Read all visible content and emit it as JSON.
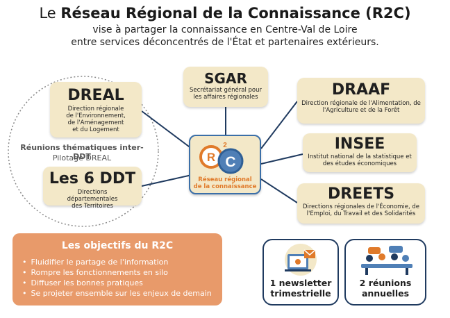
{
  "header": {
    "title_prefix": "Le ",
    "title_bold": "Réseau Régional de la Connaissance (R2C)",
    "subtitle_line1": "vise à partager la connaissance en Centre-Val de Loire",
    "subtitle_line2": "entre services déconcentrés de l'État et partenaires extérieurs."
  },
  "dreal": {
    "name": "DREAL",
    "description": "Direction régionale de l'Environnement, de l'Aménagement et du Logement"
  },
  "circle": {
    "line1": "Réunions thématiques inter-DDT",
    "line2": "Pilotage DREAL"
  },
  "ddt": {
    "name": "Les 6 DDT",
    "description": "Directions départementales des Territoires"
  },
  "sgar": {
    "name": "SGAR",
    "description": "Secrétariat général pour les affaires régionales"
  },
  "center": {
    "label_line1": "Réseau régional",
    "label_line2": "de la connaissance"
  },
  "draaf": {
    "name": "DRAAF",
    "description": "Direction régionale de l'Alimentation, de l'Agriculture et de la Forêt"
  },
  "insee": {
    "name": "INSEE",
    "description": "Institut national de la statistique et des études économiques"
  },
  "dreets": {
    "name": "DREETS",
    "description": "Directions régionales de l'Économie, de l'Emploi, du Travail et des Solidarités"
  },
  "objectives": {
    "title": "Les objectifs du R2C",
    "items": [
      "Fluidifier le partage de l'information",
      "Rompre les fonctionnements en silo",
      "Diffuser les bonnes pratiques",
      "Se projeter ensemble sur les enjeux de demain"
    ]
  },
  "newsletter": {
    "line1": "1 newsletter",
    "line2": "trimestrielle"
  },
  "meetings": {
    "line1": "2 réunions",
    "line2": "annuelles"
  },
  "colors": {
    "card": "#f3e8c8",
    "accent_orange": "#e07a2a",
    "objectives_bg": "#e89a6a",
    "center_blue": "#3b6fa8",
    "navy": "#1f3a5f"
  }
}
